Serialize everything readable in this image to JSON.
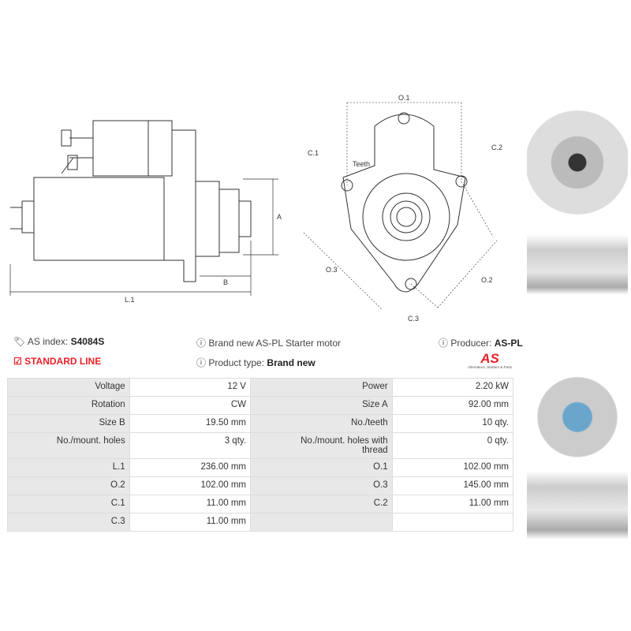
{
  "diagram": {
    "side": {
      "L1": "L.1",
      "A": "A",
      "B": "B"
    },
    "front": {
      "O1": "O.1",
      "O2": "O.2",
      "O3": "O.3",
      "C1": "C.1",
      "C2": "C.2",
      "C3": "C.3",
      "teeth": "Teeth"
    }
  },
  "info": {
    "as_index_label": "AS index:",
    "as_index": "S4084S",
    "line": "STANDARD LINE",
    "description": "Brand new AS-PL Starter motor",
    "product_type_label": "Product type:",
    "product_type": "Brand new",
    "producer_label": "Producer:",
    "producer": "AS-PL",
    "logo_text": "AS",
    "logo_tagline": "Alternators, Starters & Parts"
  },
  "specs": [
    [
      "Voltage",
      "12 V",
      "Power",
      "2.20 kW"
    ],
    [
      "Rotation",
      "CW",
      "Size A",
      "92.00 mm"
    ],
    [
      "Size B",
      "19.50 mm",
      "No./teeth",
      "10 qty."
    ],
    [
      "No./mount. holes",
      "3 qty.",
      "No./mount. holes with thread",
      "0 qty."
    ],
    [
      "L.1",
      "236.00 mm",
      "O.1",
      "102.00 mm"
    ],
    [
      "O.2",
      "102.00 mm",
      "O.3",
      "145.00 mm"
    ],
    [
      "C.1",
      "11.00 mm",
      "C.2",
      "11.00 mm"
    ],
    [
      "C.3",
      "11.00 mm",
      "",
      ""
    ]
  ],
  "colors": {
    "accent": "#e8222a",
    "label_bg": "#e8e8e8"
  }
}
